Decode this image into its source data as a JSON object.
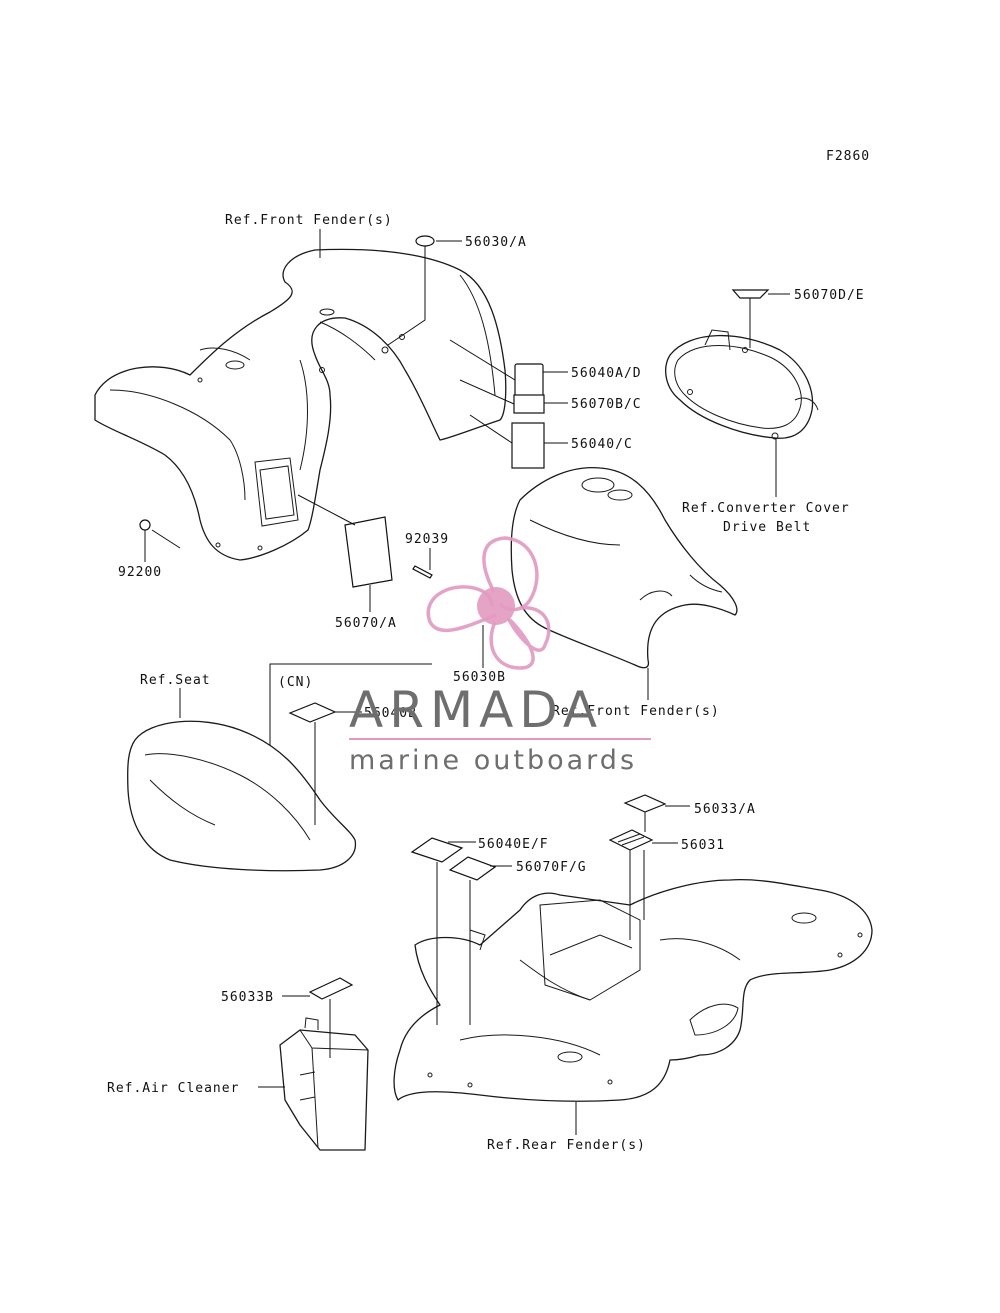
{
  "diagram": {
    "code": "F2860",
    "labels": {
      "ref_front_fender_top": "Ref.Front Fender(s)",
      "p56030a": "56030/A",
      "p56070de": "56070D/E",
      "p56040ad": "56040A/D",
      "p56070bc": "56070B/C",
      "p56040c": "56040/C",
      "ref_converter_cover": "Ref.Converter Cover",
      "drive_belt": "Drive Belt",
      "p92039": "92039",
      "p92200": "92200",
      "p56070a": "56070/A",
      "p56030b": "56030B",
      "ref_seat": "Ref.Seat",
      "cn": "(CN)",
      "p56040b": "56040B",
      "ref_front_fender_mid": "Ref.Front Fender(s)",
      "p56033a": "56033/A",
      "p56040ef": "56040E/F",
      "p56031": "56031",
      "p56070fg": "56070F/G",
      "p56033b": "56033B",
      "ref_air_cleaner": "Ref.Air Cleaner",
      "ref_rear_fender": "Ref.Rear Fender(s)"
    }
  },
  "watermark": {
    "brand": "ARMADA",
    "tagline": "marine outboards",
    "logo_color": "#e29ac0",
    "text_color": "#6e6e6e",
    "icon": "propeller-logo-icon"
  }
}
